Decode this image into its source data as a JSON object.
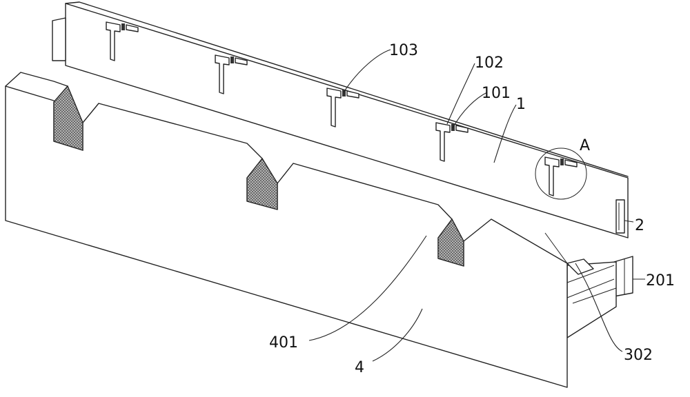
{
  "labels": {
    "l103": "103",
    "l102": "102",
    "l101": "101",
    "l1": "1",
    "lA": "A",
    "l2": "2",
    "l201": "201",
    "l302": "302",
    "l401": "401",
    "l4": "4"
  }
}
